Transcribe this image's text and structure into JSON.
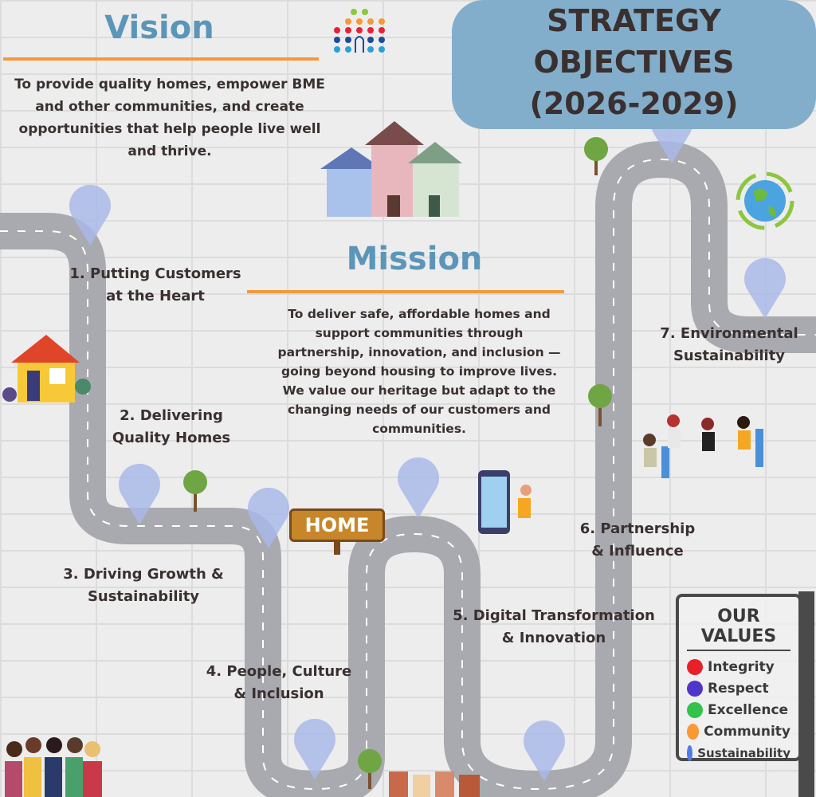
{
  "vision": {
    "title": "Vision",
    "text": "To provide quality homes, empower BME and other communities, and create opportunities that help people live well and thrive."
  },
  "mission": {
    "title": "Mission",
    "text": "To deliver safe, affordable homes and support communities through partnership, innovation, and inclusion — going beyond housing to improve lives. We value our heritage but adapt to the changing needs of our customers and communities."
  },
  "header": {
    "title_line1": "STRATEGY",
    "title_line2": "OBJECTIVES",
    "title_line3": "(2026-2029)"
  },
  "objectives": [
    {
      "label": "1.  Putting Customers at the Heart"
    },
    {
      "label": "2. Delivering Quality Homes"
    },
    {
      "label": "3. Driving Growth & Sustainability"
    },
    {
      "label": "4. People, Culture & Inclusion"
    },
    {
      "label": "5. Digital Transformation & Innovation"
    },
    {
      "label": "6. Partnership & Influence"
    },
    {
      "label": "7. Environmental Sustainability"
    }
  ],
  "sign": {
    "text": "HOME"
  },
  "values": {
    "title": "OUR VALUES",
    "items": [
      {
        "label": "Integrity",
        "color": "#e8202a"
      },
      {
        "label": "Respect",
        "color": "#4f35c9"
      },
      {
        "label": "Excellence",
        "color": "#33c34c"
      },
      {
        "label": "Community",
        "color": "#f79a35"
      },
      {
        "label": "Sustainability",
        "color": "#4f7de8"
      }
    ]
  },
  "colors": {
    "road": "#a9a9b0",
    "accent": "#f29a3b",
    "heading": "#5b95b8"
  }
}
